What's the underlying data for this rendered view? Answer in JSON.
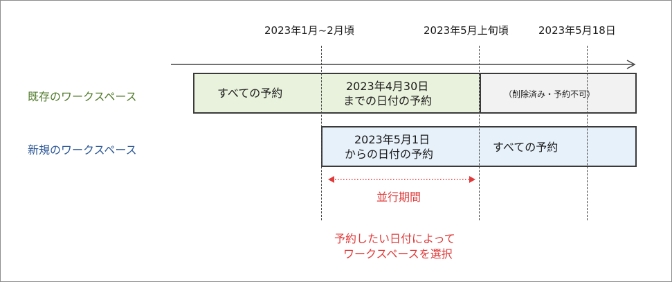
{
  "dates": {
    "d1": "2023年1月~2月頃",
    "d2": "2023年5月上旬頃",
    "d3": "2023年5月18日"
  },
  "rows": {
    "existing": "既存のワークスペース",
    "new": "新規のワークスペース"
  },
  "existing_bar": {
    "segment1": "すべての予約",
    "segment2_line1": "2023年4月30日",
    "segment2_line2": "までの日付の予約",
    "segment3": "（削除済み・予約不可）"
  },
  "new_bar": {
    "segment1_line1": "2023年5月1日",
    "segment1_line2": "からの日付の予約",
    "segment2": "すべての予約"
  },
  "parallel_period": "並行期間",
  "note_line1": "予約したい日付によって",
  "note_line2": "ワークスペースを選択",
  "colors": {
    "existing_label": "#4f7a28",
    "new_label": "#2b5797",
    "existing_fill": "#e9f2dc",
    "removed_fill": "#f2f2f2",
    "new_fill": "#e7f1fa",
    "accent_red": "#e03a3a"
  }
}
